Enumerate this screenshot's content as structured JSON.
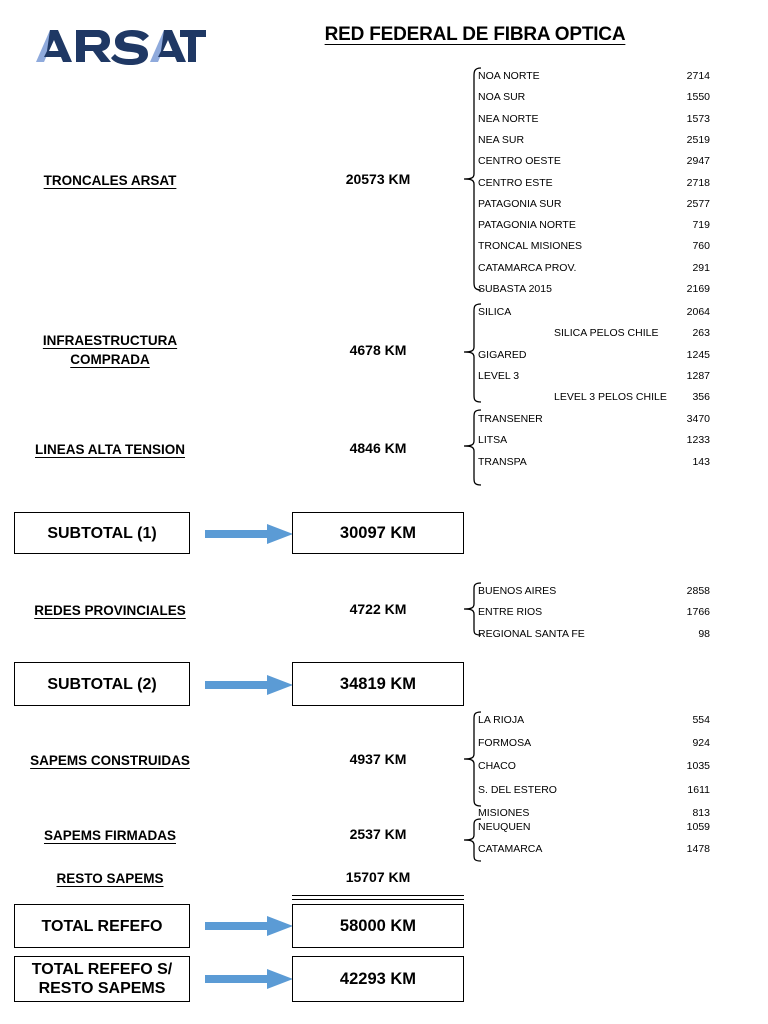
{
  "document": {
    "title": "RED FEDERAL DE FIBRA OPTICA",
    "logo_text": "ARSAT",
    "colors": {
      "logo_dark": "#1F3864",
      "logo_light": "#8FAADC",
      "arrow": "#5B9BD5",
      "text": "#000000"
    }
  },
  "sections": [
    {
      "label_line1": "TRONCALES ARSAT",
      "label_line2": "",
      "total": "20573 KM",
      "items": [
        {
          "name": "NOA NORTE",
          "value": "2714",
          "indent": false
        },
        {
          "name": "NOA SUR",
          "value": "1550",
          "indent": false
        },
        {
          "name": "NEA NORTE",
          "value": "1573",
          "indent": false
        },
        {
          "name": "NEA SUR",
          "value": "2519",
          "indent": false
        },
        {
          "name": "CENTRO OESTE",
          "value": "2947",
          "indent": false
        },
        {
          "name": "CENTRO ESTE",
          "value": "2718",
          "indent": false
        },
        {
          "name": "PATAGONIA SUR",
          "value": "2577",
          "indent": false
        },
        {
          "name": "PATAGONIA NORTE",
          "value": "719",
          "indent": false
        },
        {
          "name": "TRONCAL MISIONES",
          "value": "760",
          "indent": false
        },
        {
          "name": "CATAMARCA PROV.",
          "value": "291",
          "indent": false
        },
        {
          "name": "SUBASTA 2015",
          "value": "2169",
          "indent": false
        }
      ]
    },
    {
      "label_line1": "INFRAESTRUCTURA",
      "label_line2": "COMPRADA",
      "total": "4678 KM",
      "items": [
        {
          "name": "SILICA",
          "value": "2064",
          "indent": false
        },
        {
          "name": "SILICA PELOS CHILE",
          "value": "263",
          "indent": true
        },
        {
          "name": "GIGARED",
          "value": "1245",
          "indent": false
        },
        {
          "name": "LEVEL 3",
          "value": "1287",
          "indent": false
        },
        {
          "name": "LEVEL 3 PELOS CHILE",
          "value": "356",
          "indent": true
        }
      ]
    },
    {
      "label_line1": "LINEAS ALTA TENSION",
      "label_line2": "",
      "total": "4846 KM",
      "items": [
        {
          "name": "TRANSENER",
          "value": "3470",
          "indent": false
        },
        {
          "name": "LITSA",
          "value": "1233",
          "indent": false
        },
        {
          "name": "TRANSPA",
          "value": "143",
          "indent": false
        }
      ]
    },
    {
      "label_line1": "REDES PROVINCIALES",
      "label_line2": "",
      "total": "4722 KM",
      "items": [
        {
          "name": "BUENOS AIRES",
          "value": "2858",
          "indent": false
        },
        {
          "name": "ENTRE RIOS",
          "value": "1766",
          "indent": false
        },
        {
          "name": "REGIONAL SANTA FE",
          "value": "98",
          "indent": false
        }
      ]
    },
    {
      "label_line1": "SAPEMS CONSTRUIDAS",
      "label_line2": "",
      "total": "4937 KM",
      "items": [
        {
          "name": "LA RIOJA",
          "value": "554",
          "indent": false
        },
        {
          "name": "FORMOSA",
          "value": "924",
          "indent": false
        },
        {
          "name": "CHACO",
          "value": "1035",
          "indent": false
        },
        {
          "name": "S. DEL ESTERO",
          "value": "1611",
          "indent": false
        },
        {
          "name": "MISIONES",
          "value": "813",
          "indent": false
        }
      ]
    },
    {
      "label_line1": "SAPEMS FIRMADAS",
      "label_line2": "",
      "total": "2537 KM",
      "items": [
        {
          "name": "NEUQUEN",
          "value": "1059",
          "indent": false
        },
        {
          "name": "CATAMARCA",
          "value": "1478",
          "indent": false
        }
      ]
    },
    {
      "label_line1": "RESTO SAPEMS",
      "label_line2": "",
      "total": "15707 KM",
      "items": []
    }
  ],
  "summaries": [
    {
      "label_line1": "SUBTOTAL (1)",
      "label_line2": "",
      "value": "30097 KM"
    },
    {
      "label_line1": "SUBTOTAL (2)",
      "label_line2": "",
      "value": "34819 KM"
    },
    {
      "label_line1": "TOTAL REFEFO",
      "label_line2": "",
      "value": "58000 KM"
    },
    {
      "label_line1": "TOTAL REFEFO S/",
      "label_line2": "RESTO SAPEMS",
      "value": "42293 KM"
    }
  ]
}
